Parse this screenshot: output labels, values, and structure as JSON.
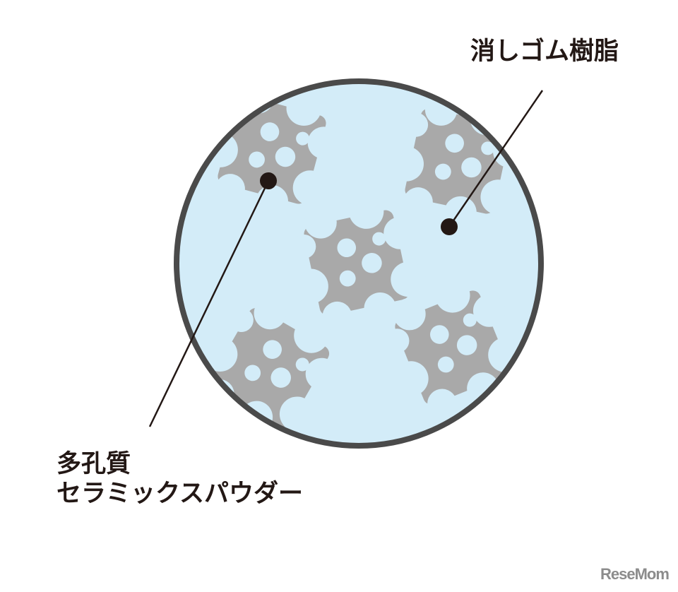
{
  "labels": {
    "resin": "消しゴム樹脂",
    "ceramic_line1": "多孔質",
    "ceramic_line2": "セラミックスパウダー"
  },
  "watermark": "ReseMom",
  "colors": {
    "fill": "#d3ecf8",
    "outline": "#4a4a4a",
    "particle": "#a9a9a9",
    "pointer": "#231815"
  }
}
